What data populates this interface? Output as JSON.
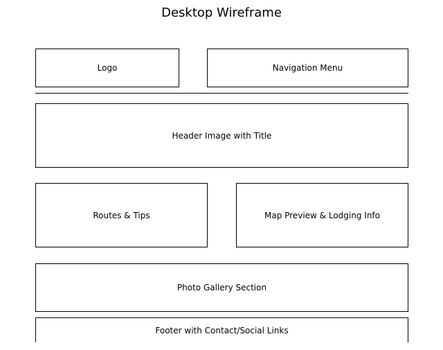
{
  "title": "Desktop Wireframe",
  "blocks": {
    "logo": "Logo",
    "navigation": "Navigation Menu",
    "header": "Header Image with Title",
    "routes": "Routes & Tips",
    "map": "Map Preview & Lodging Info",
    "gallery": "Photo Gallery Section",
    "footer": "Footer with Contact/Social Links"
  },
  "colors": {
    "stroke": "#000000",
    "background": "#ffffff"
  }
}
